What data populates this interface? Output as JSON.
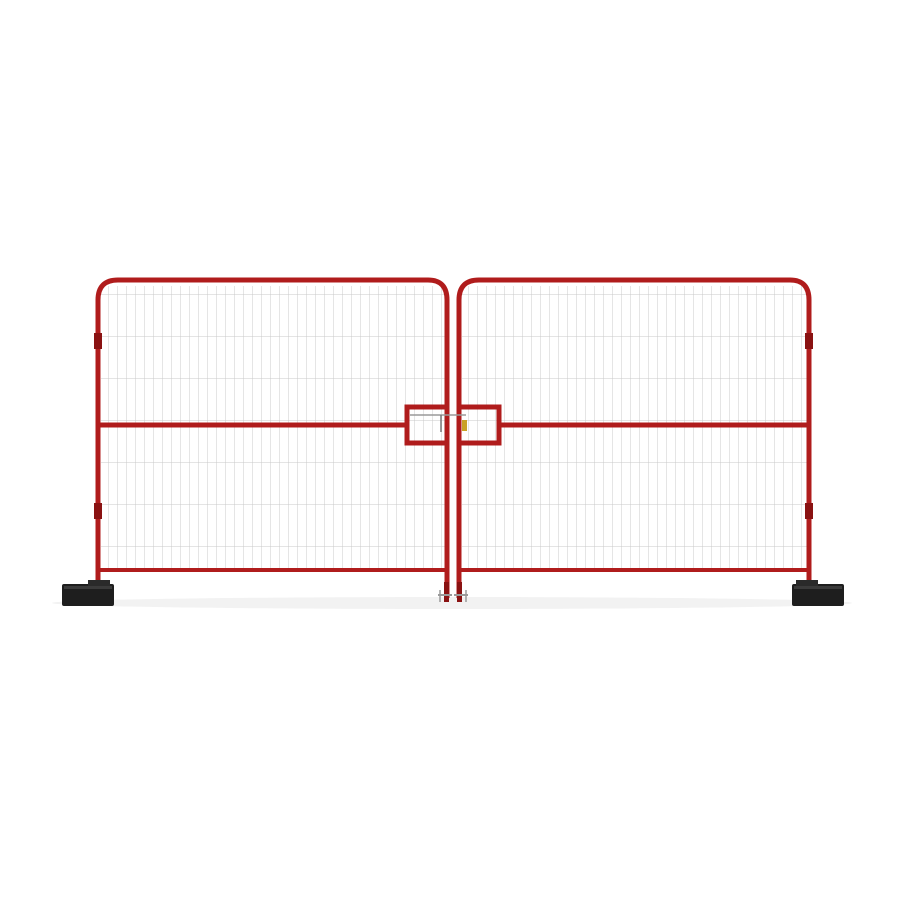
{
  "scene": {
    "subject": "double-gate-fence",
    "panels": 2,
    "feet": 2,
    "colors": {
      "background": "#ffffff",
      "frame": "#b01c1c",
      "frame_shadow": "#8a1212",
      "mesh": "#d9d9d9",
      "foot": "#1e1e1e",
      "foot_highlight": "#3a3a3a",
      "latch": "#c9a227",
      "hardware": "#9a9a9a",
      "ground_shadow": "#f0f0f0"
    }
  }
}
